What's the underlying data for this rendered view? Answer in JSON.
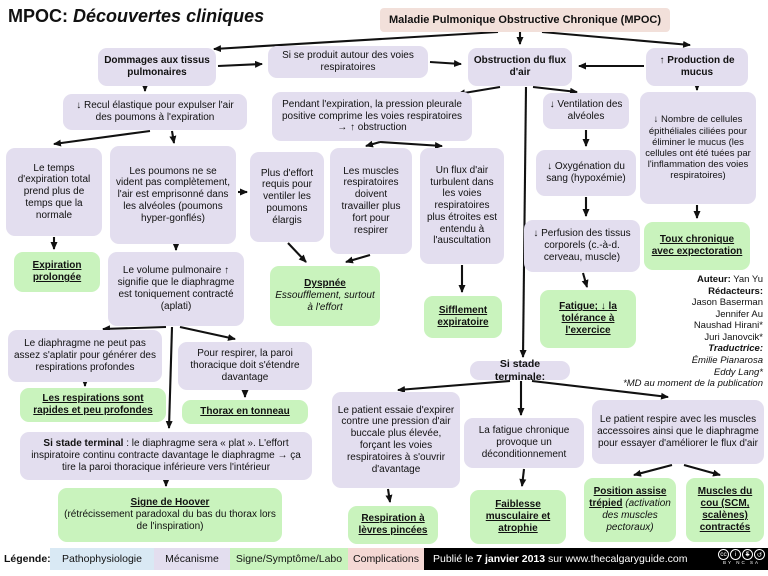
{
  "title": {
    "app": "MPOC:",
    "rest": "Découvertes cliniques"
  },
  "header": {
    "text": "Maladie Pulmonique Obstructive Chronique (MPOC)"
  },
  "nodes": {
    "dommages": "Dommages aux tissus pulmonaires",
    "si_se_produit": "Si se produit autour des voies respiratoires",
    "obstruction": "Obstruction du flux d'air",
    "production_mucus": "↑ Production de mucus",
    "recul_elastique": "↓ Recul élastique pour expulser l'air des poumons à l'expiration",
    "pendant_expiration": "Pendant l'expiration, la pression pleurale positive comprime les voies respiratoires → ↑ obstruction",
    "ventilation": "↓ Ventilation des alvéoles",
    "cellules_ciliees": "↓ Nombre de cellules épithéliales ciliées pour éliminer le mucus (les cellules ont été tuées par l'inflammation des voies respiratoires)",
    "temps_expiration": "Le temps d'expiration total prend plus de temps que la normale",
    "poumons_vident": "Les poumons ne se vident pas complètement, l'air est emprisonné dans les alvéoles (poumons hyper-gonflés)",
    "plus_effort": "Plus d'effort requis pour ventiler les poumons élargis",
    "muscles_respiratoires": "Les muscles respiratoires doivent travailler plus fort pour respirer",
    "flux_turbulent": "Un flux d'air turbulent dans les voies respiratoires plus étroites est entendu à l'auscultation",
    "oxygenation": "↓ Oxygénation du sang (hypoxémie)",
    "expiration_prolongee": "Expiration prolongée",
    "volume_pulmonaire": "Le volume pulmonaire ↑ signifie que le diaphragme est toniquement contracté (aplati)",
    "dyspnee": {
      "title": "Dyspnée",
      "sub": "Essoufflement, surtout à l'effort"
    },
    "sifflement": "Sifflement expiratoire",
    "perfusion": "↓ Perfusion des tissus corporels (c.-à-d. cerveau, muscle)",
    "toux_chronique": "Toux chronique avec expectoration",
    "fatigue": "Fatigue; ↓ la tolérance à l'exercice",
    "diaphragme_aplatir": "Le diaphragme ne peut pas assez s'aplatir pour générer des respirations profondes",
    "pour_respirer": "Pour respirer, la paroi thoracique doit s'étendre davantage",
    "respirations_rapides": "Les respirations sont rapides et peu profondes",
    "thorax_tonneau": "Thorax en tonneau",
    "stade_terminal": {
      "lead": "Si stade terminal",
      "rest": " : le diaphragme sera « plat ». L'effort inspiratoire continu contracte davantage le diaphragme → ça tire la paroi thoracique inférieure vers l'intérieur"
    },
    "signe_hoover": {
      "title": "Signe de Hoover",
      "sub": "(rétrécissement paradoxal du bas du thorax lors de l'inspiration)"
    },
    "stade_terminale_label": "Si stade terminale:",
    "patient_essaie": "Le patient essaie d'expirer contre une pression d'air buccale plus élevée, forçant les voies respiratoires à s'ouvrir d'avantage",
    "fatigue_chronique": "La fatigue chronique provoque un déconditionnement",
    "patient_respire": "Le patient respire avec les muscles accessoires ainsi que le diaphragme pour essayer d'améliorer le flux d'air",
    "respiration_levres": "Respiration à lèvres pincées",
    "faiblesse": "Faiblesse musculaire et atrophie",
    "position_trepied": {
      "title": "Position assise trépied",
      "sub": " (activation des muscles pectoraux)"
    },
    "muscles_cou": "Muscles du cou (SCM, scalènes) contractés"
  },
  "credits": {
    "auteur_label": "Auteur:",
    "auteur": " Yan Yu",
    "redacteurs_label": "Rédacteurs:",
    "r1": "Jason Baserman",
    "r2": "Jennifer Au",
    "r3": "Naushad Hirani*",
    "r4": "Juri Janovcik*",
    "traductrice_label": "Traductrice:",
    "t1": "Émilie Pianarosa",
    "t2": "Eddy Lang*",
    "note": "*MD au moment de la publication"
  },
  "legend": {
    "label": "Légende:",
    "items": [
      {
        "label": "Pathophysiologie",
        "color": "#d9e9f4"
      },
      {
        "label": "Mécanisme",
        "color": "#e3deef"
      },
      {
        "label": "Signe/Symptôme/Labo",
        "color": "#c9f3bd"
      },
      {
        "label": "Complications",
        "color": "#f4d8d4"
      }
    ]
  },
  "footer": {
    "published_prefix": "Publié le ",
    "published_date": "7 janvier 2013",
    "published_suffix": " sur www.thecalgaryguide.com",
    "license": {
      "name": "CC BY-NC-SA",
      "cc": "cc",
      "by": "i",
      "nc": "$",
      "sa": "↺",
      "sub": "BY NC SA"
    }
  },
  "colors": {
    "mechanism_box": "#e3deef",
    "sign_box": "#c9f3bd",
    "header_box": "#f2e0da",
    "arrow": "#111111"
  }
}
